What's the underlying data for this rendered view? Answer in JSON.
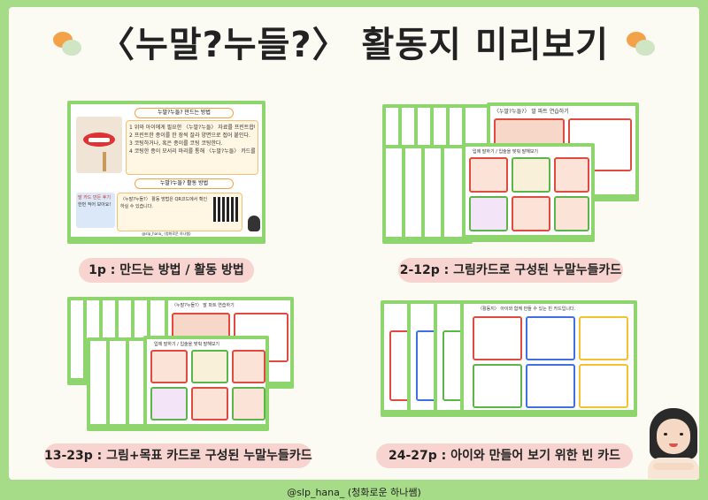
{
  "title": "〈누말?누들?〉 활동지 미리보기",
  "panels": [
    {
      "caption": "1p : 만드는 방법 / 활동 방법",
      "make_heading": "누말?누들? 만드는 방법",
      "activity_heading": "누말?누들? 활동 방법",
      "steps": [
        "1 위와 아이에게 필요한 〈누말?누들〉 자료를 프린트합니다.",
        "2 프린트한 종이를 한 장씩 잘라 양면으로 접어 붙인다.",
        "3 코팅하거나, 혹은 종이를 코팅 코팅한다.",
        "4 코팅한 종이 모서리 마리를 통해 〈누말?누들〉 카드를 완성한다."
      ],
      "activity_text": "〈누말?누들?〉 활동 방법은 QR코드에서 확인 하실 수 있습니다.",
      "sticker_lines": [
        "말 카드 만든 후기",
        "한번 적어 보아요!"
      ],
      "credit": "@slp_hana_ (청화로운 하나쌤)"
    },
    {
      "caption": "2-12p : 그림카드로 구성된 누말누들카드",
      "top_heading": "〈누말?누들?〉 말 파트 연습하기",
      "card_heading": "입에 말하기 / 입술을 맞춰 말해보기"
    },
    {
      "caption": "13-23p : 그림+목표 카드로 구성된 누말누들카드",
      "top_heading": "〈누말?누들?〉 말 파트 연습하기",
      "card_heading": "입에 말하기 / 입술을 맞춰 말해보기"
    },
    {
      "caption": "24-27p : 아이와 만들어 보기 위한 빈 카드",
      "top_heading": "〈활동지〉 아이와 함께 만들 수 있는 빈 카드입니다."
    }
  ],
  "footer": "@slp_hana_ (청화로운 하나쌤)",
  "colors": {
    "background": "#a6dc88",
    "frame": "#fbfaf3",
    "caption_bg": "#f7d4cf",
    "slide_border": "#8ed56e",
    "accent_orange": "#f3a24a"
  }
}
